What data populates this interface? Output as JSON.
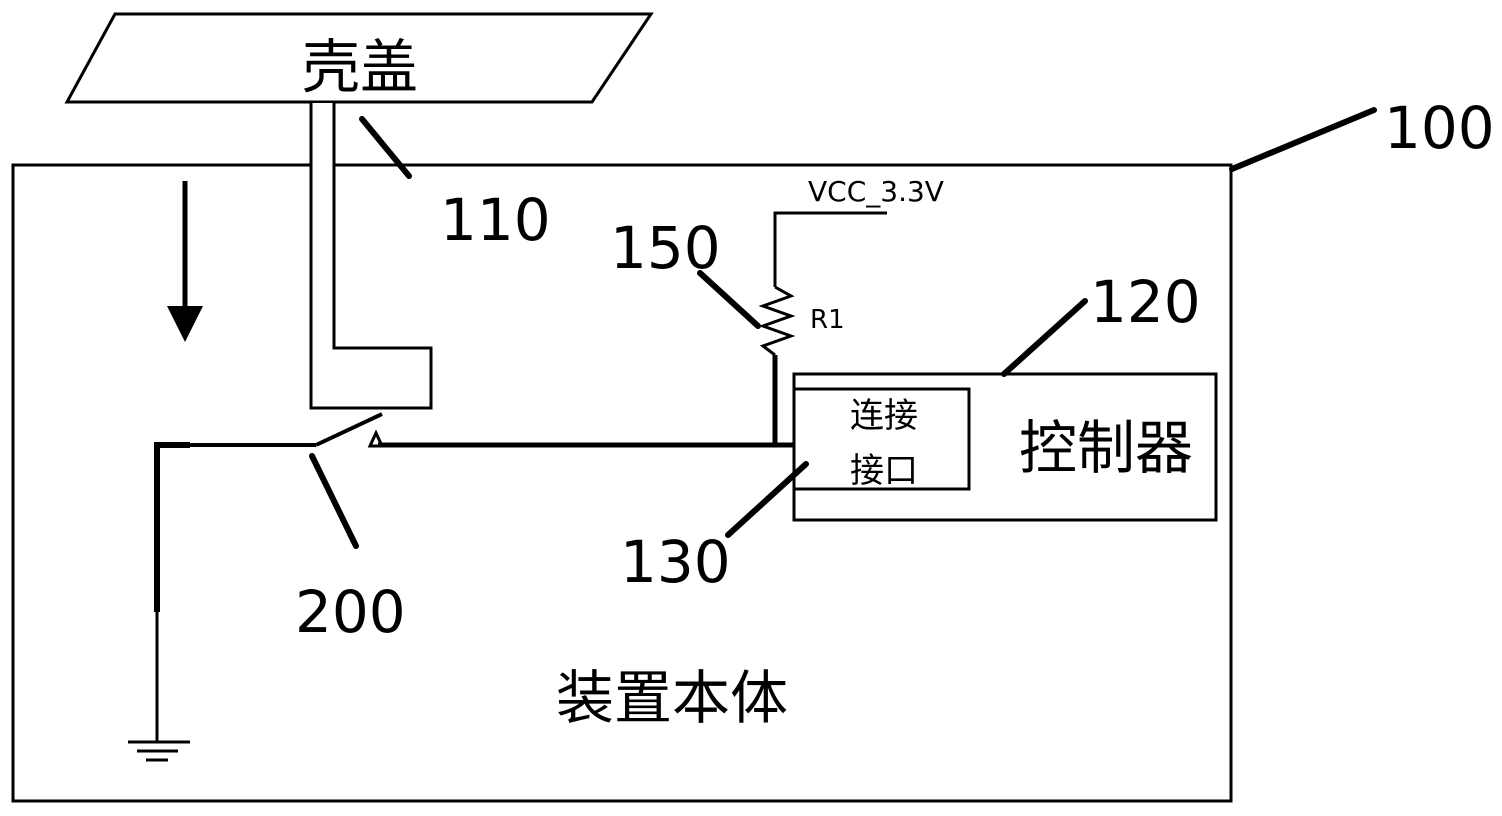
{
  "diagram": {
    "type": "circuit-schematic",
    "stroke_color": "#000000",
    "background": "#ffffff",
    "labels": {
      "cover": "壳盖",
      "device_body": "装置本体",
      "controller": "控制器",
      "interface_line1": "连接",
      "interface_line2": "接口",
      "vcc": "VCC_3.3V",
      "resistor": "R1"
    },
    "reference_numerals": {
      "device": "100",
      "cover_post": "110",
      "controller": "120",
      "interface": "130",
      "resistor": "150",
      "switch": "200"
    },
    "components": [
      {
        "id": "100",
        "name": "装置本体",
        "kind": "enclosure"
      },
      {
        "id": "110",
        "name": "壳盖",
        "kind": "cover-with-actuator-post"
      },
      {
        "id": "120",
        "name": "控制器",
        "kind": "controller"
      },
      {
        "id": "130",
        "name": "连接接口",
        "kind": "connection-interface"
      },
      {
        "id": "150",
        "name": "R1",
        "kind": "pull-up-resistor",
        "supply": "VCC_3.3V"
      },
      {
        "id": "200",
        "name": "switch",
        "kind": "normally-open-switch-to-ground"
      }
    ],
    "arrow_direction": "down"
  }
}
